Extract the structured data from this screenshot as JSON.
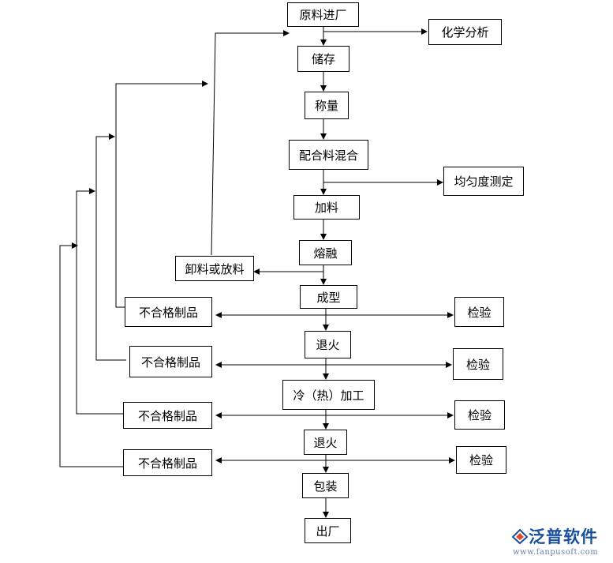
{
  "nodes": {
    "raw_in": "原料进厂",
    "chem": "化学分析",
    "store": "储存",
    "weigh": "称量",
    "mix": "配合料混合",
    "uniform": "均匀度测定",
    "feed": "加料",
    "melt": "熔融",
    "discharge": "卸料或放料",
    "forming": "成型",
    "anneal1": "退火",
    "work": "冷（热）加工",
    "anneal2": "退火",
    "pack": "包装",
    "out": "出厂",
    "reject1": "不合格制品",
    "reject2": "不合格制品",
    "reject3": "不合格制品",
    "reject4": "不合格制品",
    "inspect1": "检验",
    "inspect2": "检验",
    "inspect3": "检验",
    "inspect4": "检验"
  },
  "logo": {
    "name": "泛普软件",
    "url": "www.fanpusoft.com",
    "colors": {
      "primary": "#1a4f9c",
      "accent": "#e04a2a"
    }
  }
}
